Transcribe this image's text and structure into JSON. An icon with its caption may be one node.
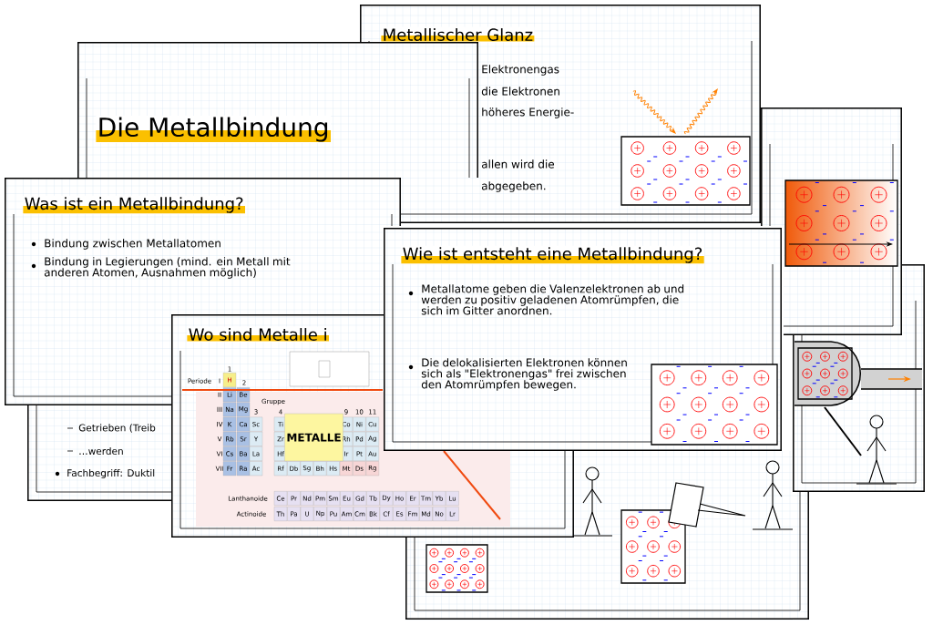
{
  "diagram": {
    "nodes": [
      {
        "text": [
          "Metallischer Glanz",
          "Elektronengas",
          "die Elektronen",
          "höheres Energie-",
          "allen wird die",
          "abgegeben."
        ]
      },
      {
        "text": [
          "Die Metallbindung"
        ]
      },
      {
        "text": [
          "Getrieben (Treib",
          "…werden",
          "Fachbegriff: Duktil"
        ]
      },
      {
        "text": [
          "Was ist ein Metallbindung?",
          "Bindung zwischen Metallatomen",
          "Bindung in Legierungen (mind. ein Metall mit anderen Atomen, Ausnahmen möglich)"
        ]
      },
      {
        "text": [
          "Wo sind Metalle i"
        ]
      },
      {
        "text": [
          "METALLE"
        ],
        "in": 4
      },
      {
        "text": [
          "Wie ist entsteht eine Metallbindung?",
          "Metallatome geben die Valenzelektronen ab und werden zu positiv geladenen Atomrümpfen, die sich im Gitter anordnen.",
          "Die delokalisierten Elektronen können sich als \"Elektronengas\" frei zwischen den Atomrümpfen bewegen."
        ]
      },
      {
        "text": [],
        "shape": "picture"
      },
      {
        "text": [],
        "shape": "picture"
      },
      {
        "text": [],
        "shape": "picture"
      }
    ],
    "labels": [
      "1",
      "Periode",
      "I",
      "H",
      "2",
      "II",
      "Li",
      "Be",
      "III",
      "Na",
      "Mg",
      "3",
      "Gruppe",
      "4",
      "9",
      "10",
      "11",
      "IV",
      "K",
      "Ca",
      "Sc",
      "Ti",
      "Co",
      "Ni",
      "Cu",
      "V",
      "Rb",
      "Sr",
      "Y",
      "Zr",
      "Rh",
      "Pd",
      "Ag",
      "VI",
      "Cs",
      "Ba",
      "La",
      "Hf",
      "Ir",
      "Pt",
      "Au",
      "VII",
      "Fr",
      "Ra",
      "Ac",
      "Rf",
      "Db",
      "Sg",
      "Bh",
      "Hs",
      "Mt",
      "Ds",
      "Rg",
      "Lanthanoide",
      "Ce",
      "Pr",
      "Nd",
      "Pm",
      "Sm",
      "Eu",
      "Gd",
      "Tb",
      "Dy",
      "Ho",
      "Er",
      "Tm",
      "Yb",
      "Lu",
      "Actinoide",
      "Th",
      "Pa",
      "U",
      "Np",
      "Pu",
      "Am",
      "Cm",
      "Bk",
      "Cf",
      "Es",
      "Fm",
      "Md",
      "No",
      "Lr"
    ]
  }
}
